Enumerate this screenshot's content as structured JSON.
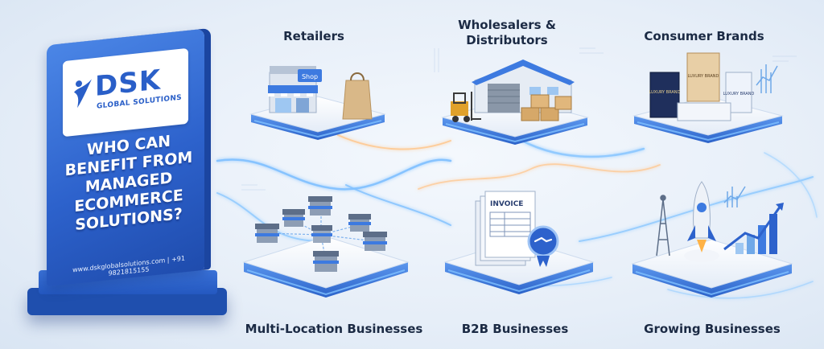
{
  "brand": {
    "name": "DSK",
    "subtitle": "GLOBAL SOLUTIONS",
    "headline_lines": [
      "WHO CAN",
      "BENEFIT FROM",
      "MANAGED",
      "ECOMMERCE",
      "SOLUTIONS?"
    ],
    "contact": "www.dskglobalsolutions.com | +91 9821815155",
    "primary_color": "#2d62cc",
    "accent_color": "#4fa3ff"
  },
  "segments": [
    {
      "label": "Retailers",
      "icon": "shop-icon",
      "badge": "Shop"
    },
    {
      "label": "Wholesalers & Distributors",
      "label_lines": [
        "Wholesalers &",
        "Distributors"
      ],
      "icon": "warehouse-icon"
    },
    {
      "label": "Consumer Brands",
      "icon": "luxury-boxes-icon",
      "badge": "LUXURY BRAND"
    },
    {
      "label": "Multi-Location Businesses",
      "icon": "store-network-icon"
    },
    {
      "label": "B2B Businesses",
      "icon": "invoice-handshake-icon",
      "badge": "INVOICE"
    },
    {
      "label": "Growing Businesses",
      "icon": "rocket-growth-icon"
    }
  ]
}
